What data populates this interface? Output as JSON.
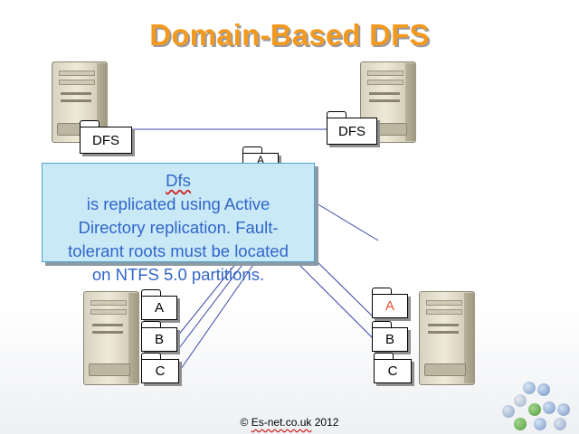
{
  "title": "Domain-Based DFS",
  "folders": {
    "dfs_left": "DFS",
    "dfs_right": "DFS",
    "center_partial": "A",
    "left_a": "A",
    "left_b": "B",
    "left_c": "C",
    "right_a": "A",
    "right_b": "B",
    "right_c": "C"
  },
  "callout": {
    "line1_word": "Dfs",
    "line1_rest": " is replicated using Active",
    "line2": "Directory replication. Fault-",
    "line3": "tolerant roots must be located",
    "line4": "on NTFS 5.0 partitions."
  },
  "footer": {
    "prefix": "© ",
    "site": "Es-net.co.uk",
    "year": " 2012"
  },
  "colors": {
    "title": "#f39a1e",
    "title_shadow": "#9a9aa0",
    "callout_bg": "#c9e9f7",
    "callout_text": "#3166c9",
    "lines": "#3d4aa8",
    "highlight_letter": "#e05030"
  },
  "icons": [
    "server-icon",
    "folder-icon",
    "decorative-dots"
  ]
}
